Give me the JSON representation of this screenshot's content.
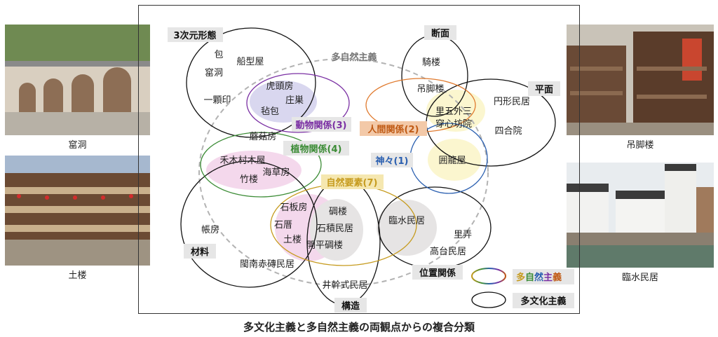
{
  "title": "多文化主義と多自然主義の両観点からの複合分類",
  "photos": [
    {
      "caption": "窰洞"
    },
    {
      "caption": "土楼"
    },
    {
      "caption": "吊脚楼"
    },
    {
      "caption": "臨水民居"
    }
  ],
  "culture_tags": {
    "form3d": "3次元形態",
    "section": "断面",
    "plan": "平面",
    "material": "材料",
    "location": "位置関係",
    "structure": "構造"
  },
  "nature_label": "多自然主義",
  "nature_tags": {
    "animal": "動物関係(3)",
    "human": "人間関係(2)",
    "plant": "植物関係(4)",
    "gods": "神々(1)",
    "natural": "自然要素(7)"
  },
  "items": {
    "bao": "包",
    "boat_house": "船型屋",
    "yaodong": "窰洞",
    "yikeyin": "一顆印",
    "tiger_house": "虎頭房",
    "zhuangchao": "庄巣",
    "felt_bao": "毡包",
    "qilou": "騎楼",
    "diaojiaolou": "吊脚楼",
    "circle_house": "円形民居",
    "liwu": "里五外三",
    "chuanxin": "穿心坊院",
    "siheyuan": "四合院",
    "mushroom": "蘑菇房",
    "mumu": "禾木村木屋",
    "seaweed": "海草房",
    "bamboo": "竹楼",
    "weilong": "囲龍屋",
    "tent": "帳房",
    "stoneboard": "石板房",
    "stonewall": "石厝",
    "tulou": "土楼",
    "diaolou": "碉楼",
    "stone_house": "石積民居",
    "kaiping": "開平碉楼",
    "waterside": "臨水民居",
    "linong": "里弄",
    "platform": "高台民居",
    "minnan": "閩南赤磚民居",
    "jinggan": "井幹式民居"
  },
  "legend": {
    "nature": [
      "多",
      "自",
      "然",
      "主",
      "義"
    ],
    "culture": "多文化主義"
  },
  "colors": {
    "animal": "#7a2fa3",
    "human": "#c05a14",
    "plant": "#3c8c36",
    "gods": "#2a5fb0",
    "natural": "#c69b1e"
  }
}
